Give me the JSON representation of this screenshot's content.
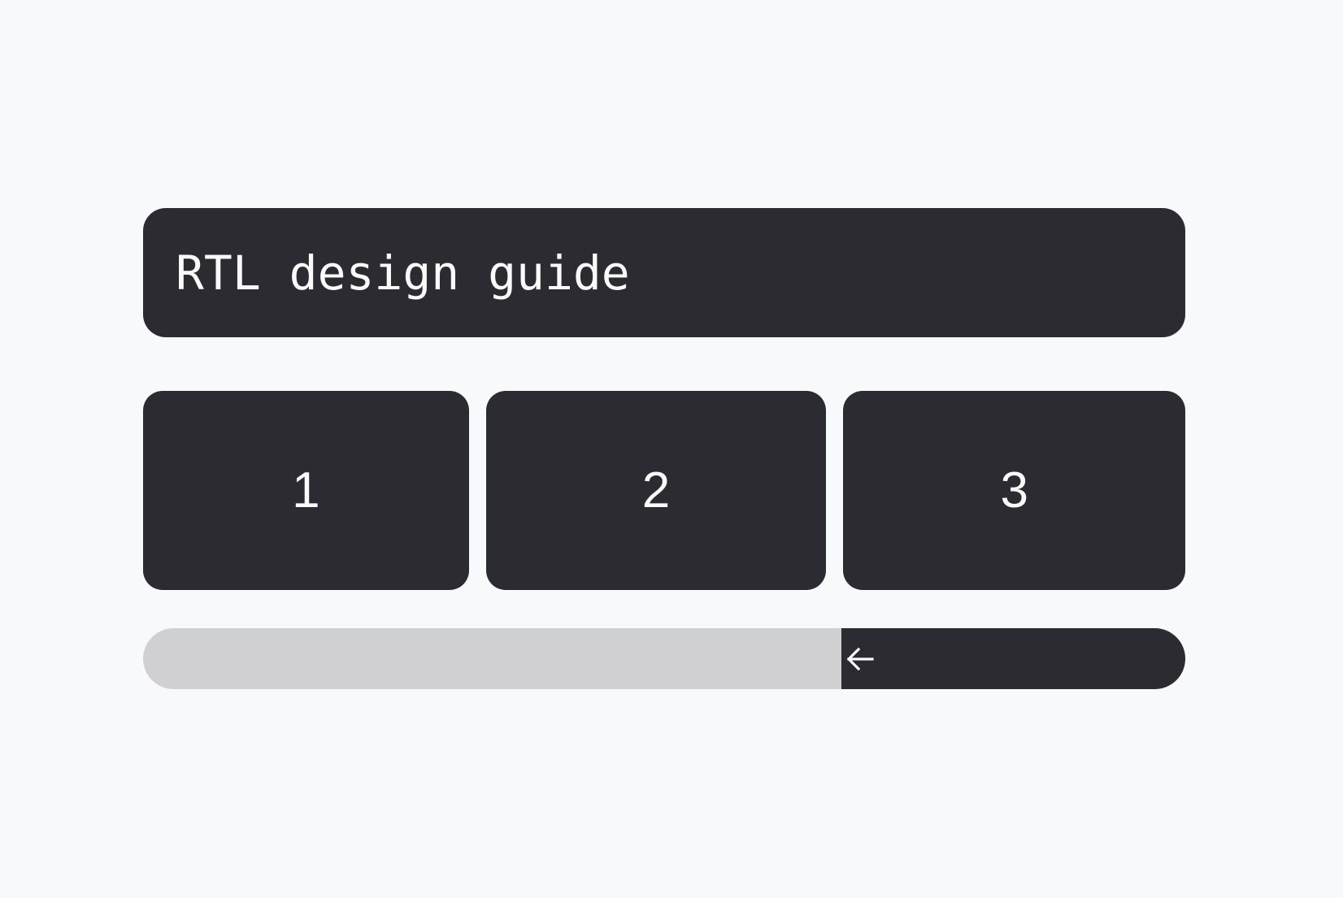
{
  "page": {
    "background_color": "#f8f9fb",
    "surface_color": "#2b2b31",
    "track_color": "#d0d0d3",
    "text_color": "#fafafa",
    "direction": "rtl"
  },
  "header": {
    "title": "RTL design guide",
    "align": "right"
  },
  "cards": [
    {
      "label": "3"
    },
    {
      "label": "2"
    },
    {
      "label": "1"
    }
  ],
  "progress": {
    "value_percent": 33,
    "fill_from": "right",
    "back_icon": "arrow-left-icon",
    "back_glyph": "←"
  }
}
